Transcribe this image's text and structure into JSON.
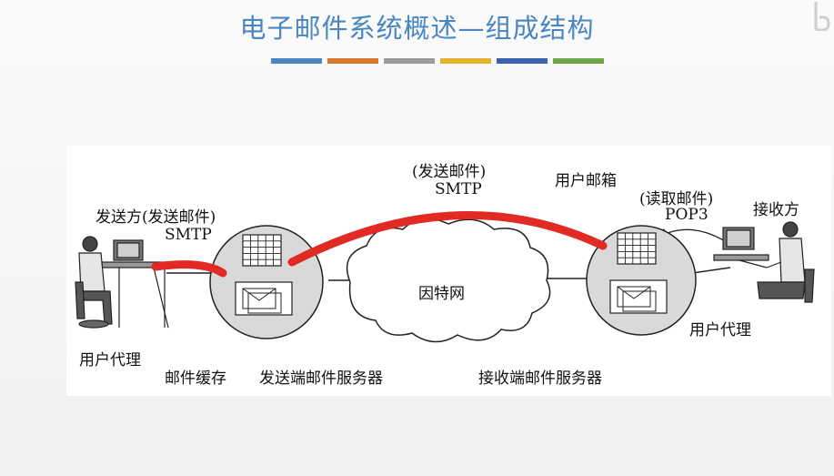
{
  "slide": {
    "title": "电子邮件系统概述—组成结构",
    "accent_bars": [
      "#4a86c1",
      "#d9792f",
      "#9b9b9b",
      "#e3b52b",
      "#3c62ae",
      "#6ea64a"
    ]
  },
  "diagram": {
    "labels": {
      "sender": "发送方(发送邮件)",
      "sender_smtp": "SMTP",
      "middle_action": "(发送邮件)",
      "middle_smtp": "SMTP",
      "user_mailbox": "用户邮箱",
      "read_action": "(读取邮件)",
      "pop3": "POP3",
      "receiver": "接收方",
      "internet": "因特网",
      "user_agent_left": "用户代理",
      "mail_cache": "邮件缓存",
      "send_server": "发送端邮件服务器",
      "recv_server": "接收端邮件服务器",
      "user_agent_right": "用户代理"
    },
    "colors": {
      "transfer_line": "#e02a23",
      "server_fill": "#d9d9d9",
      "outline": "#222222"
    }
  }
}
